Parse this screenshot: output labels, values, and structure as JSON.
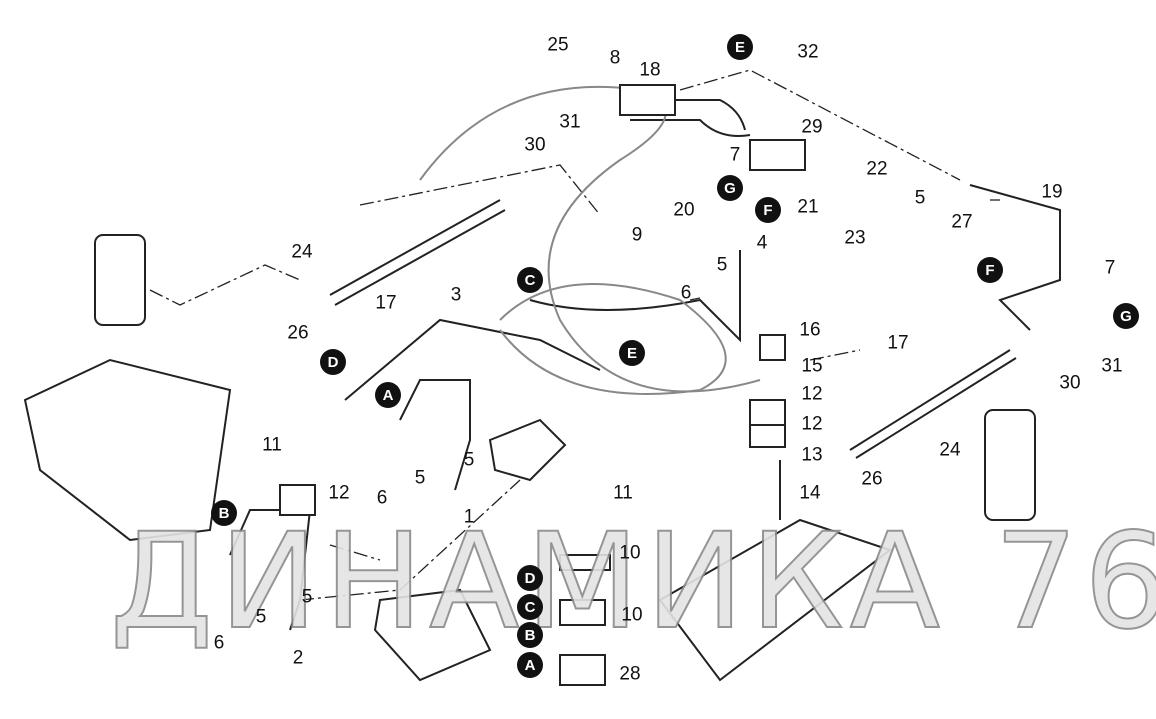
{
  "watermark": "ДИНАМИКА 76",
  "callouts": [
    "25",
    "8",
    "18",
    "32",
    "31",
    "30",
    "29",
    "7",
    "22",
    "5",
    "19",
    "20",
    "21",
    "9",
    "23",
    "27",
    "4",
    "5",
    "24",
    "6",
    "3",
    "17",
    "7",
    "26",
    "16",
    "17",
    "15",
    "31",
    "30",
    "12",
    "12",
    "24",
    "13",
    "11",
    "5",
    "26",
    "12",
    "6",
    "5",
    "1",
    "11",
    "14",
    "10",
    "10",
    "5",
    "5",
    "6",
    "2",
    "28"
  ],
  "connectors": [
    "E",
    "G",
    "F",
    "F",
    "C",
    "G",
    "D",
    "E",
    "A",
    "B",
    "D",
    "C",
    "B",
    "A"
  ]
}
